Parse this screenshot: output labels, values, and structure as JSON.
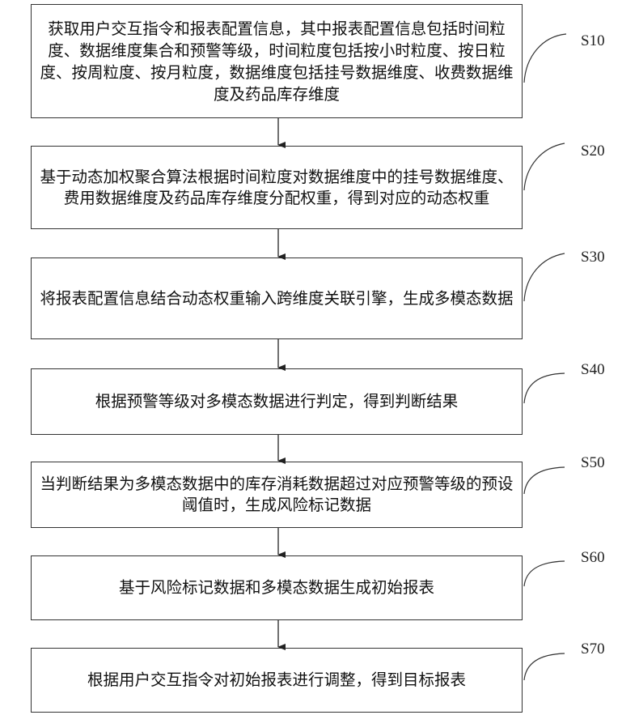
{
  "flowchart": {
    "steps": [
      {
        "id": "S10",
        "text": "获取用户交互指令和报表配置信息，其中报表配置信息包括时间粒度、数据维度集合和预警等级，时间粒度包括按小时粒度、按日粒度、按周粒度、按月粒度，数据维度包括挂号数据维度、收费数据维度及药品库存维度"
      },
      {
        "id": "S20",
        "text": "基于动态加权聚合算法根据时间粒度对数据维度中的挂号数据维度、费用数据维度及药品库存维度分配权重，得到对应的动态权重"
      },
      {
        "id": "S30",
        "text": "将报表配置信息结合动态权重输入跨维度关联引擎，生成多模态数据"
      },
      {
        "id": "S40",
        "text": "根据预警等级对多模态数据进行判定，得到判断结果"
      },
      {
        "id": "S50",
        "text": "当判断结果为多模态数据中的库存消耗数据超过对应预警等级的预设阈值时，生成风险标记数据"
      },
      {
        "id": "S60",
        "text": "基于风险标记数据和多模态数据生成初始报表"
      },
      {
        "id": "S70",
        "text": "根据用户交互指令对初始报表进行调整，得到目标报表"
      }
    ]
  }
}
